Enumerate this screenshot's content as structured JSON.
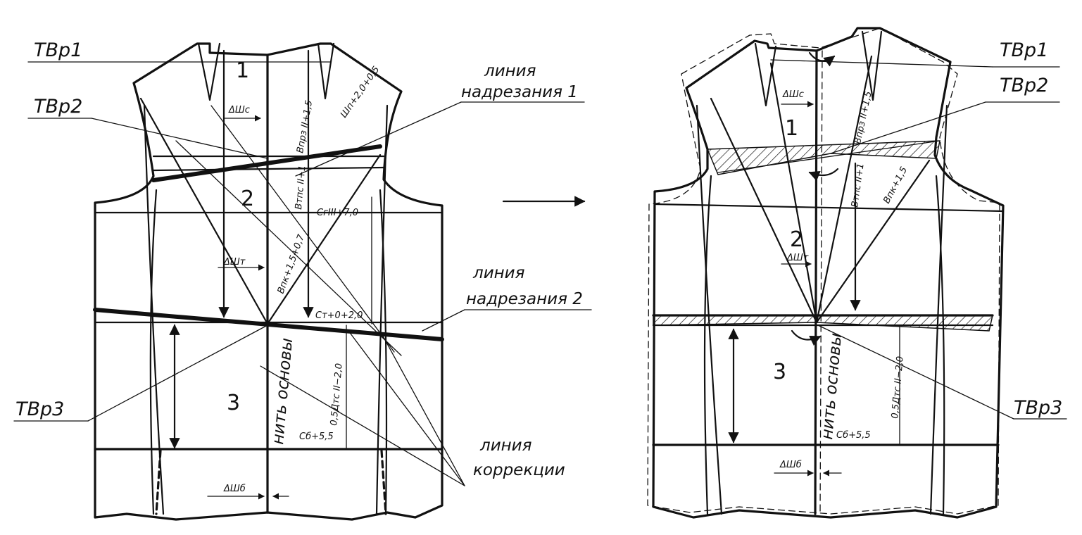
{
  "labels": {
    "tvr1": "ТВр1",
    "tvr2": "ТВр2",
    "tvr3": "ТВр3",
    "cut_line_1_a": "линия",
    "cut_line_1_b": "надрезания 1",
    "cut_line_2_a": "линия",
    "cut_line_2_b": "надрезания 2",
    "correction_a": "линия",
    "correction_b": "коррекции",
    "grain": "нить основы"
  },
  "sections": {
    "s1": "1",
    "s2": "2",
    "s3": "3"
  },
  "formulas": {
    "dsh_c": "ΔШс",
    "dsh_t": "ΔШт",
    "dsh_b": "ΔШб",
    "shoulder": "Шп+2,0+0,5",
    "vprz": "Впрз II+1,5",
    "vtps": "Втпс II+1",
    "vpk": "Впк+1,5",
    "vpk_left": "Впк+1,5+0,7",
    "sgr": "СгIII+7,0",
    "st": "Ст+0+2,0",
    "dts": "0,5Дтс II−2,0",
    "sb": "Сб+5,5"
  },
  "colors": {
    "ink": "#111111",
    "background": "#ffffff"
  }
}
